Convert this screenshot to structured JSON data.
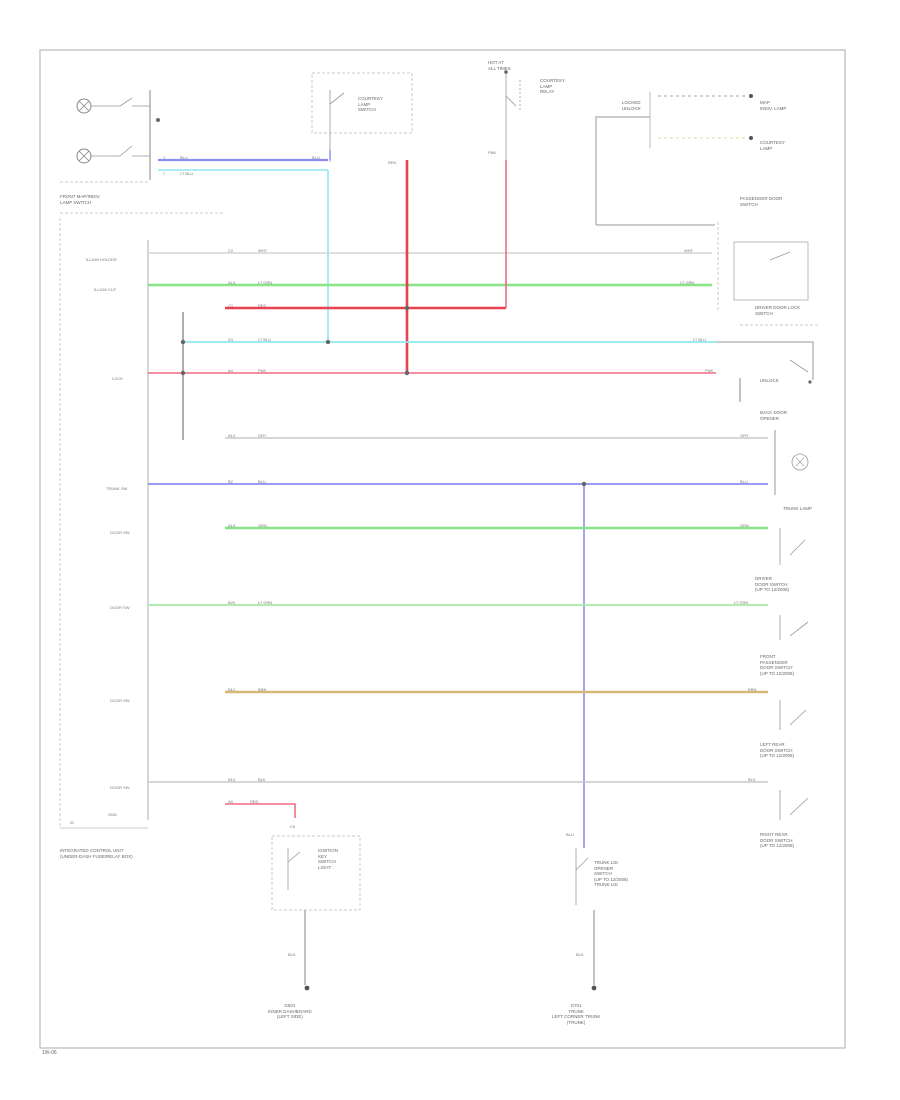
{
  "colors": {
    "frame": "#b9b9b9",
    "gray_wire": "#c8c8c8",
    "dark_wire": "#9a9a9a",
    "blue_wire": "#8c8cf2",
    "light_blue_wire": "#8ee8ee",
    "red_wire": "#f06a84",
    "bright_red_wire": "#e8404e",
    "green_wire": "#86e486",
    "light_green_wire": "#a6eaa6",
    "orange_wire": "#d8b878",
    "yellow_wire": "#e8e070"
  },
  "labels": {
    "front_map": "FRONT MAP/INDIV.\nLAMP SWITCH",
    "courtesy_switch": "COURTESY\nLAMP\nSWITCH",
    "fuse": "HOT AT\nALL TIMES",
    "courtesy_lamp": "COURTESY\nLAMP\nRELAY",
    "lock_top": "LOCKED\nUNLOCK",
    "lamp_top": "MAP\nINDIV. LAMP",
    "lamp_mid": "COURTESY\nLAMP",
    "passenger_door": "PASSENGER DOOR\nSWITCH",
    "unlock_sw": "DRIVER DOOR LOCK\nSWITCH",
    "unlock": "UNLOCK",
    "back_door": "BACK DOOR\nOPENER",
    "trunk_lamp": "TRUNK LAMP",
    "driver_door": "DRIVER\nDOOR SWITCH\n(UP TO 12/2008)",
    "front_passenger_door": "FRONT\nPASSENGER\nDOOR SWITCH\n(UP TO 12/2008)",
    "left_rear_door": "LEFT REAR\nDOOR SWITCH\n(UP TO 12/2008)",
    "right_rear_door": "RIGHT REAR\nDOOR SWITCH\n(UP TO 12/2008)",
    "interior_switch": "IGNITION\nKEY\nSWITCH\nLIGHT",
    "trunk_lid_switch": "TRUNK LID\nOPENER\nSWITCH\n(UP TO 12/2008)\nTRUNK LID",
    "ground_left": "G501\nINNER DASHBOARD\n(LEFT SIDE)",
    "ground_right": "G701\nTRUNK\nLEFT CORNER TRUNK\n(TRUNK)",
    "integrated_unit": "INTEGRATED CONTROL UNIT\n(UNDER-DASH FUSE/RELAY BOX)",
    "ref": "1W-06"
  },
  "unit_pins": [
    "ILLUMI HOLDER",
    "ILLUMI CUT",
    "",
    "LOCK",
    "",
    "TRUNK SW",
    "DOOR SW",
    "DOOR SW",
    "DOOR SW",
    "DOOR SW",
    "GND",
    "IG"
  ],
  "wire_codes": {
    "w1": "BLU",
    "w2": "LT BLU",
    "w3": "WHT",
    "w4": "LT GRN",
    "w5": "RED",
    "w6": "PNK",
    "w7": "LT BLU",
    "w8": "GRY",
    "w9": "BLU",
    "w10": "GRN",
    "w11": "LT GRN",
    "w12": "BRN",
    "w13": "BRN",
    "w14": "RED",
    "w15": "BLU",
    "w16": "BLK",
    "w17": "BLK"
  },
  "pins": {
    "p1": "1",
    "p2": "7",
    "p3": "C1",
    "p4": "C2",
    "p5": "A10",
    "p6": "A3",
    "p7": "A4",
    "p8": "A12",
    "p9": "B2",
    "p10": "A19",
    "p11": "B20",
    "p12": "B12",
    "p13": "B14",
    "p14": "A9",
    "p15": "C6"
  }
}
